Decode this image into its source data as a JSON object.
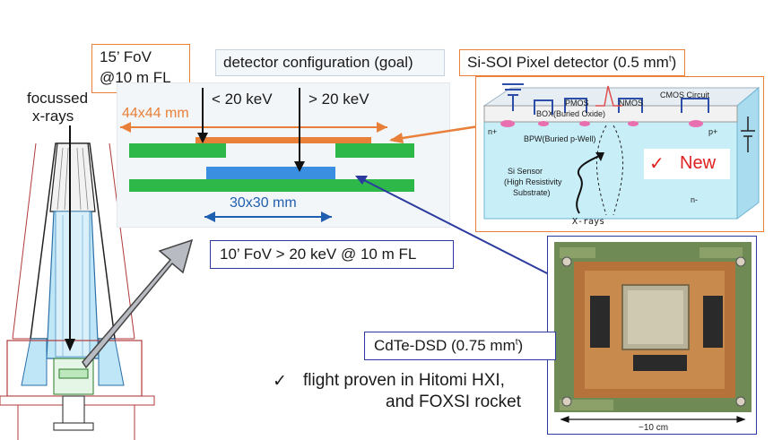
{
  "colors": {
    "orange": "#e8803a",
    "blue_frame": "#2b3a9e",
    "green": "#2eb84a",
    "blue_bar": "#3a8fe0",
    "teal": "#1f63a8",
    "label_blue": "#1f5fb0"
  },
  "left_panel": {
    "fov_line1": "15’ FoV",
    "fov_line2": "@10 m FL",
    "focused_line1": "focussed",
    "focused_line2": "x-rays"
  },
  "center": {
    "config_title": "detector configuration (goal)",
    "below_20": "< 20 keV",
    "above_20": "> 20 keV",
    "dim_top": "44x44 mm",
    "dim_bottom": "30x30 mm",
    "fov10": "10’ FoV > 20 keV @ 10 m FL"
  },
  "sisoi": {
    "title": "Si-SOI Pixel detector (0.5 mm",
    "title_sup": "t",
    "title_end": ")",
    "cmos": "CMOS Circuit",
    "pmos": "PMOS",
    "nmos": "NMOS",
    "box": "BOX(Buried Oxide)",
    "nplus": "n+",
    "pplus": "p+",
    "bpw": "BPW(Buried p-Well)",
    "sensor_line1": "Si Sensor",
    "sensor_line2": "(High Resistivity",
    "sensor_line3": "Substrate)",
    "nminus": "n-",
    "xrays": "X-rays",
    "check": "✓",
    "new": "New"
  },
  "cdte": {
    "label": "CdTe-DSD (0.75 mm",
    "label_sup": "t",
    "label_end": ")",
    "scale": "~10 cm"
  },
  "flight": {
    "check": "✓",
    "line1": "flight proven in Hitomi HXI,",
    "line2": "and FOXSI rocket"
  }
}
